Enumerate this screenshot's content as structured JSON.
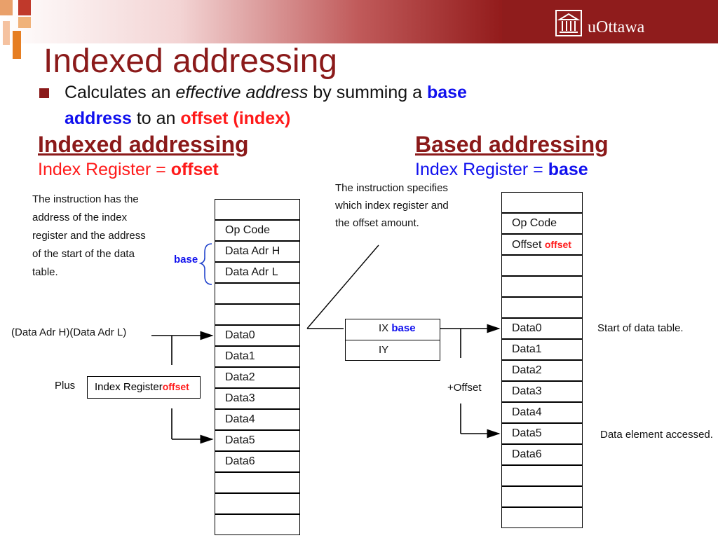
{
  "header": {
    "logo_text": "uOttawa"
  },
  "title": "Indexed addressing",
  "bullet": {
    "p1": "Calculates an ",
    "p2": "effective address",
    "p3": " by summing a ",
    "p4": "base",
    "p5": "address",
    "p6": " to an ",
    "p7": "offset (index)"
  },
  "indexed": {
    "heading": "Indexed addressing",
    "sub_prefix": "Index Register = ",
    "sub_value": "offset",
    "note": [
      "The instruction has the",
      "address of the index",
      "register and the address",
      "of the start of the data",
      "table."
    ],
    "base_label": "base",
    "adr_label": "(Data Adr H)(Data Adr L)",
    "plus_label": "Plus",
    "index_register": "Index Register",
    "offset_label": "offset",
    "memory": [
      "",
      "Op Code",
      "Data Adr H",
      "Data Adr L",
      "",
      "",
      "Data0",
      "Data1",
      "Data2",
      "Data3",
      "Data4",
      "Data5",
      "Data6",
      "",
      "",
      ""
    ]
  },
  "based": {
    "heading": "Based addressing",
    "sub_prefix": "Index Register = ",
    "sub_value": "base",
    "note": [
      "The instruction specifies",
      "which index register and",
      "the offset amount."
    ],
    "ix": "IX",
    "ix_base": "base",
    "iy": "IY",
    "plus_offset": "+Offset",
    "start_label": "Start of data table.",
    "accessed_label": "Data element accessed.",
    "offset_label": "offset",
    "memory": [
      "",
      "Op Code",
      "Offset",
      "",
      "",
      "",
      "Data0",
      "Data1",
      "Data2",
      "Data3",
      "Data4",
      "Data5",
      "Data6",
      "",
      ""
    ]
  },
  "colors": {
    "maroon": "#8b1a1a",
    "blue": "#1010ee",
    "red": "#ff1a1a"
  }
}
